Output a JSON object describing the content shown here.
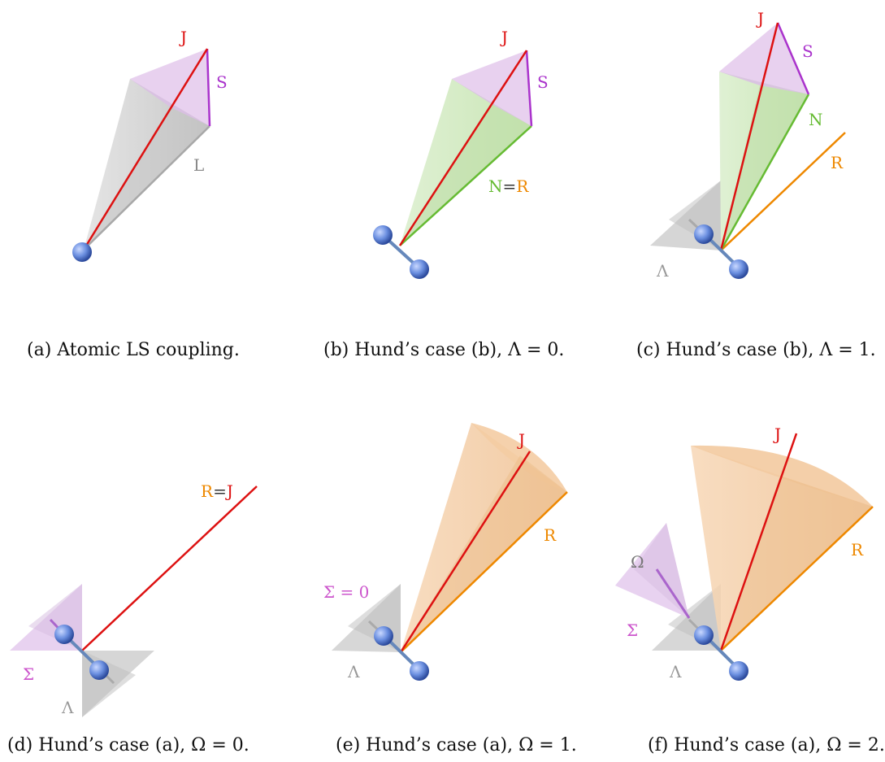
{
  "colors": {
    "J": "#dd1111",
    "S": "#aa33cc",
    "L": "#888888",
    "N": "#66bb33",
    "R": "#ee8800",
    "Lambda": "#999999",
    "Sigma": "#cc55cc",
    "Omega": "#777777",
    "atom": "#6b8fe0",
    "bond": "#6688bb"
  },
  "panels": {
    "a": {
      "caption": "(a) Atomic LS coupling.",
      "labels": {
        "J": "J",
        "S": "S",
        "L": "L"
      }
    },
    "b": {
      "caption": "(b) Hund’s case (b), Λ = 0.",
      "labels": {
        "J": "J",
        "S": "S",
        "N": "N",
        "eq": "=",
        "R": "R"
      }
    },
    "c": {
      "caption": "(c) Hund’s case (b), Λ = 1.",
      "labels": {
        "J": "J",
        "S": "S",
        "N": "N",
        "R": "R",
        "Lambda": "Λ"
      }
    },
    "d": {
      "caption": "(d) Hund’s case (a), Ω = 0.",
      "labels": {
        "R": "R",
        "eq": "=",
        "J": "J",
        "Sigma": "Σ",
        "Lambda": "Λ"
      }
    },
    "e": {
      "caption": "(e) Hund’s case (a), Ω = 1.",
      "labels": {
        "J": "J",
        "R": "R",
        "Sigma": "Σ = 0",
        "Lambda": "Λ"
      }
    },
    "f": {
      "caption": "(f) Hund’s case (a), Ω = 2.",
      "labels": {
        "J": "J",
        "R": "R",
        "Omega": "Ω",
        "Sigma": "Σ",
        "Lambda": "Λ"
      }
    }
  }
}
